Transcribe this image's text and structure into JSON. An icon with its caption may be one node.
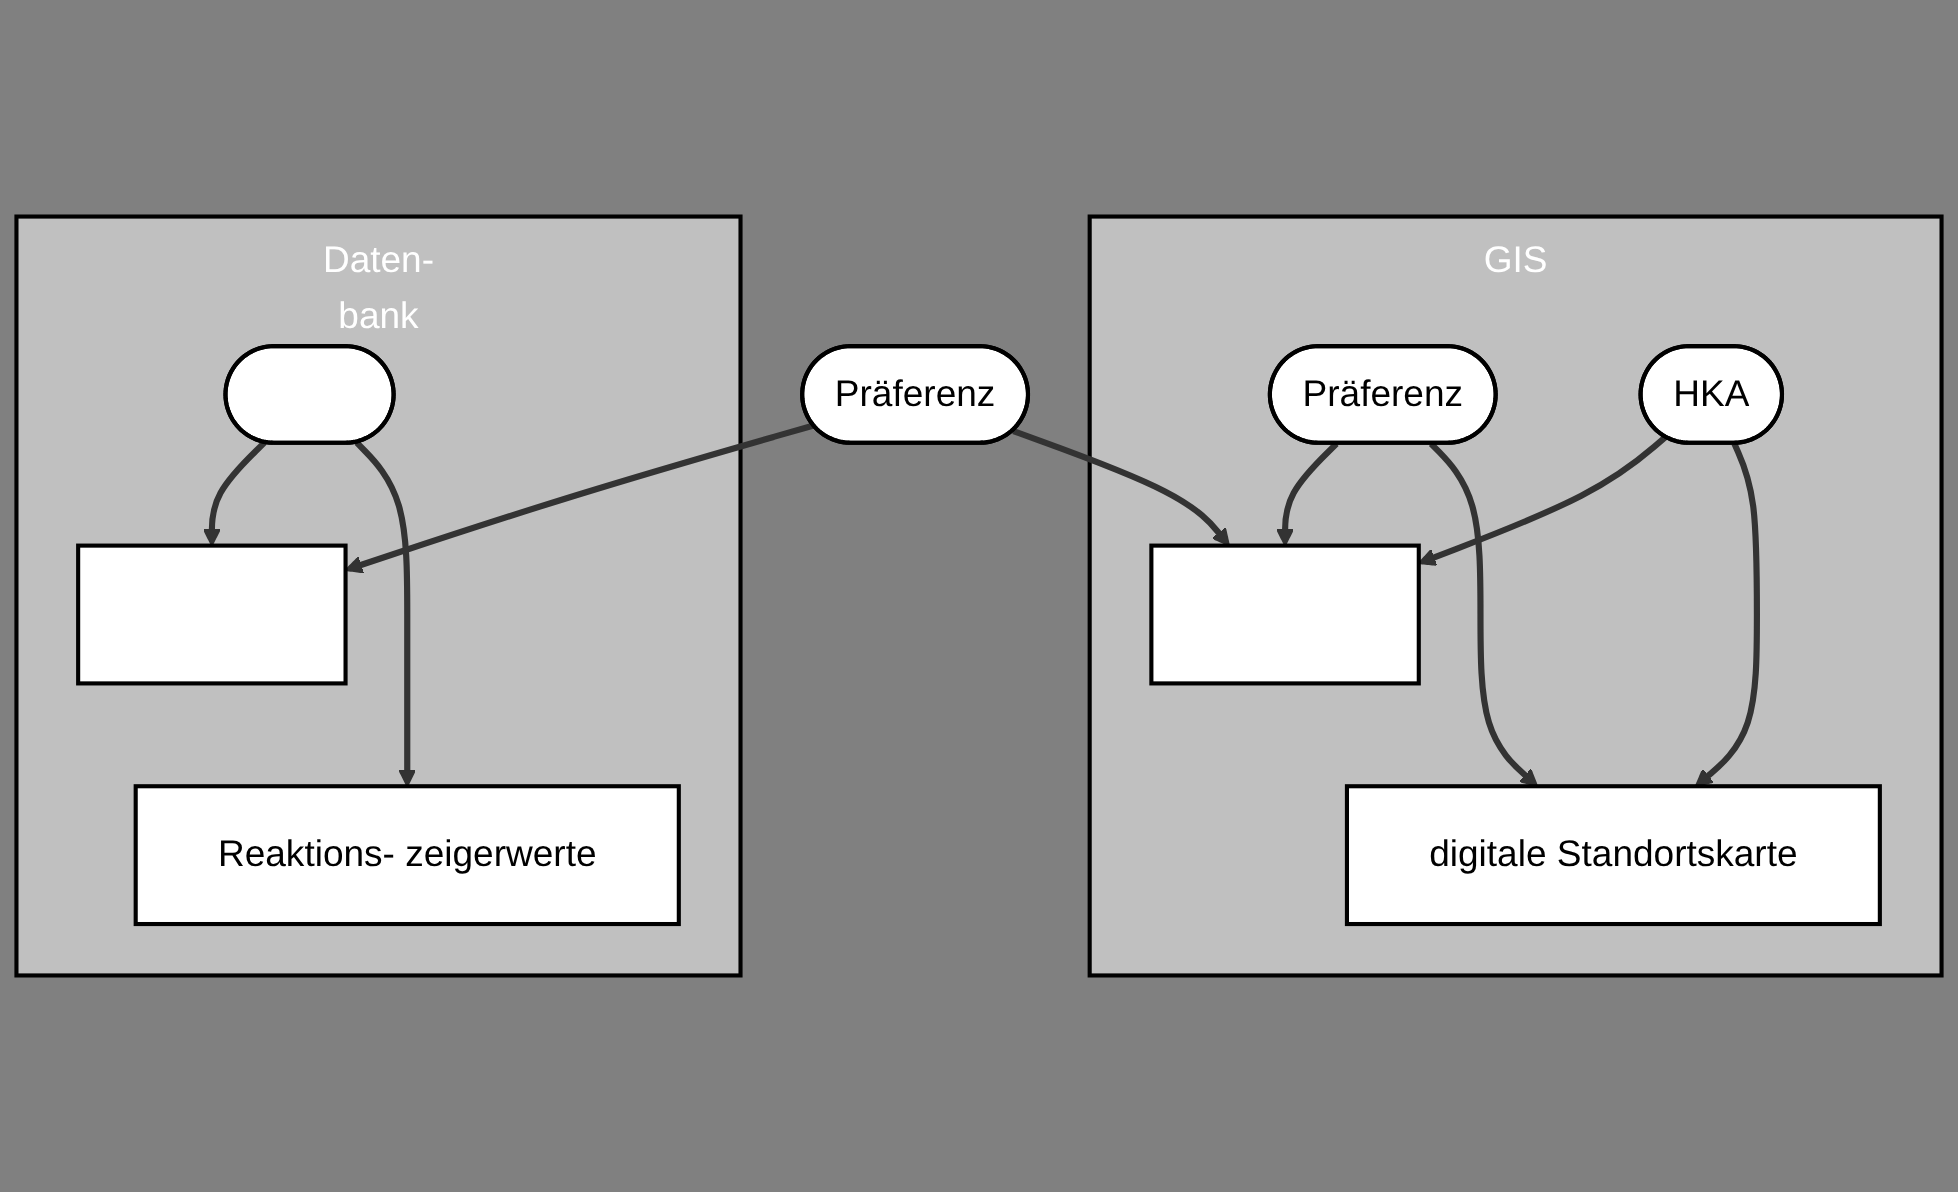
{
  "diagram": {
    "nodes": [
      {
        "text": [
          "Daten-",
          "bank"
        ]
      },
      {
        "text": [],
        "shape": "box",
        "in": 0
      },
      {
        "text": [],
        "shape": "circle",
        "in": 0
      },
      {
        "text": [
          "Reaktions- zeigerwerte"
        ],
        "in": 0
      },
      {
        "text": [
          "Präferenz"
        ]
      },
      {
        "text": [
          "GIS"
        ]
      },
      {
        "text": [],
        "shape": "box",
        "in": 5
      },
      {
        "text": [
          "Präferenz"
        ],
        "in": 5
      },
      {
        "text": [
          "HKA"
        ],
        "in": 5
      },
      {
        "text": [
          "digitale Standortskarte"
        ],
        "in": 5
      }
    ],
    "edges": [
      {
        "from": 4,
        "to": 1,
        "arrow": "to"
      },
      {
        "from": 4,
        "to": 6,
        "arrow": "to"
      },
      {
        "from": 2,
        "to": 1,
        "arrow": "to"
      },
      {
        "from": 2,
        "to": 3,
        "arrow": "to"
      },
      {
        "from": 7,
        "to": 6,
        "arrow": "to"
      },
      {
        "from": 8,
        "to": 6,
        "arrow": "to"
      },
      {
        "from": 7,
        "to": 9,
        "arrow": "to"
      },
      {
        "from": 8,
        "to": 9,
        "arrow": "to"
      }
    ]
  }
}
